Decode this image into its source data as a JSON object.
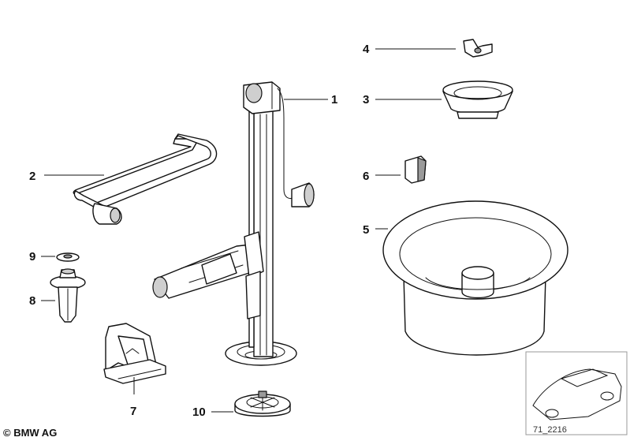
{
  "callouts": {
    "c1": "1",
    "c2": "2",
    "c3": "3",
    "c4": "4",
    "c5": "5",
    "c6": "6",
    "c7": "7",
    "c8": "8",
    "c9": "9",
    "c10": "10"
  },
  "footer": {
    "copyright": "© BMW AG",
    "diagram_ref": "71_2216"
  }
}
